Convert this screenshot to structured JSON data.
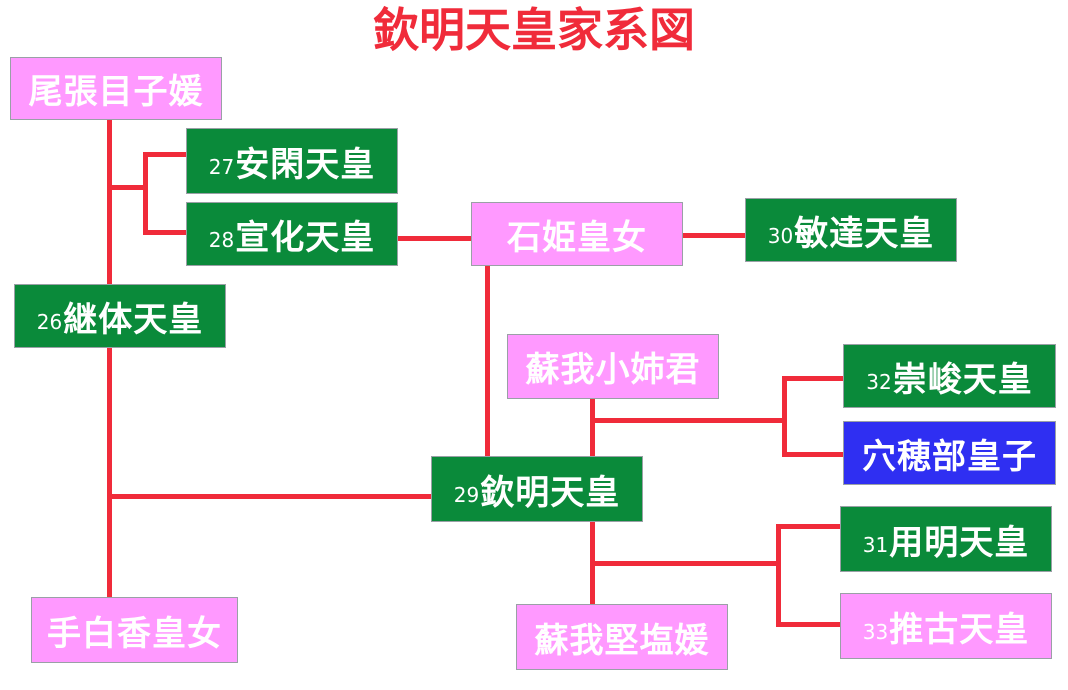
{
  "title": "欽明天皇家系図",
  "colors": {
    "title": "#f02b3a",
    "line": "#f02b3a",
    "female": "#ff99ff",
    "emperor": "#0a8a3a",
    "prince": "#2f2ff2"
  },
  "nodes": {
    "owari": {
      "name": "尾張目子媛"
    },
    "ankan": {
      "num": "27",
      "name": "安閑天皇"
    },
    "senka": {
      "num": "28",
      "name": "宣化天皇"
    },
    "keitai": {
      "num": "26",
      "name": "継体天皇"
    },
    "tashiraka": {
      "name": "手白香皇女"
    },
    "ishihime": {
      "name": "石姫皇女"
    },
    "bidatsu": {
      "num": "30",
      "name": "敏達天皇"
    },
    "oane": {
      "name": "蘇我小姉君"
    },
    "sushun": {
      "num": "32",
      "name": "崇峻天皇"
    },
    "anahobe": {
      "name": "穴穂部皇子"
    },
    "kinmei": {
      "num": "29",
      "name": "欽明天皇"
    },
    "yomei": {
      "num": "31",
      "name": "用明天皇"
    },
    "kitashihime": {
      "name": "蘇我堅塩媛"
    },
    "suiko": {
      "num": "33",
      "name": "推古天皇"
    }
  }
}
